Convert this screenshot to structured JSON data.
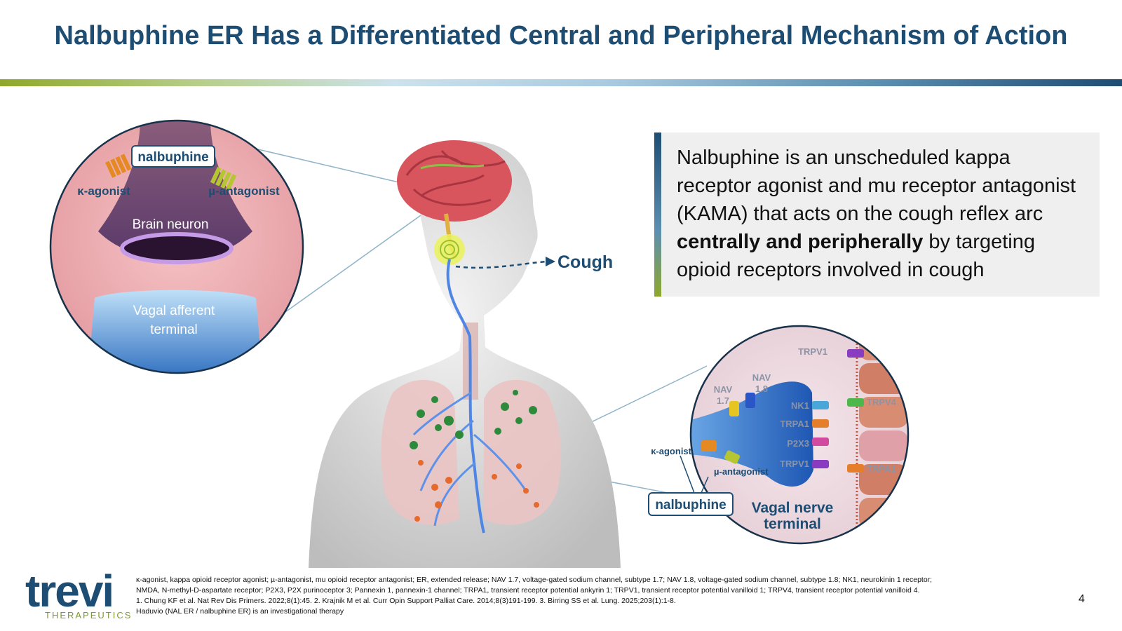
{
  "title": "Nalbuphine ER Has a Differentiated Central and Peripheral Mechanism of Action",
  "callout": {
    "text_before": "Nalbuphine is an unscheduled kappa receptor agonist and mu receptor antagonist (KAMA) that acts on the cough reflex arc ",
    "text_bold": "centrally and peripherally",
    "text_after": " by targeting opioid receptors involved in cough"
  },
  "brain_inset": {
    "drug_label": "nalbuphine",
    "kappa_label": "κ-agonist",
    "mu_label": "µ-antagonist",
    "neuron_label": "Brain neuron",
    "vagal_label_line1": "Vagal afferent",
    "vagal_label_line2": "terminal"
  },
  "body": {
    "cough_label": "Cough"
  },
  "nerve_inset": {
    "receptors_left": {
      "nav17_line1": "NAV",
      "nav17_line2": "1.7",
      "nav18_line1": "NAV",
      "nav18_line2": "1.8"
    },
    "receptors_right": [
      "NK1",
      "TRPA1",
      "P2X3",
      "TRPV1"
    ],
    "epithelial_receptors": [
      "TRPV1",
      "TRPV4",
      "TRPA1"
    ],
    "kappa_label": "κ-agonist",
    "mu_label": "µ-antagonist",
    "drug_label": "nalbuphine",
    "terminal_line1": "Vagal nerve",
    "terminal_line2": "terminal"
  },
  "footnotes": {
    "line1": "κ-agonist, kappa opioid receptor agonist; µ-antagonist, mu opioid receptor antagonist; ER, extended release; NAV 1.7, voltage-gated sodium channel, subtype 1.7; NAV 1.8, voltage-gated sodium channel, subtype 1.8; NK1, neurokinin 1 receptor;",
    "line2": "NMDA, N-methyl-D-aspartate receptor; P2X3, P2X purinoceptor 3; Pannexin 1, pannexin-1 channel; TRPA1, transient receptor potential ankyrin 1; TRPV1, transient receptor potential vanilloid 1; TRPV4, transient receptor potential vanilloid 4.",
    "line3": "1. Chung KF et al. Nat Rev Dis Primers. 2022;8(1):45. 2. Krajnik M et al. Curr Opin Support Palliat Care. 2014;8(3)191-199. 3. Birring SS et al. Lung. 2025;203(1):1-8.",
    "line4": "Haduvio (NAL ER / nalbuphine ER) is an investigational therapy"
  },
  "logo": {
    "word": "trevi",
    "sub": "THERAPEUTICS"
  },
  "page_number": "4"
}
